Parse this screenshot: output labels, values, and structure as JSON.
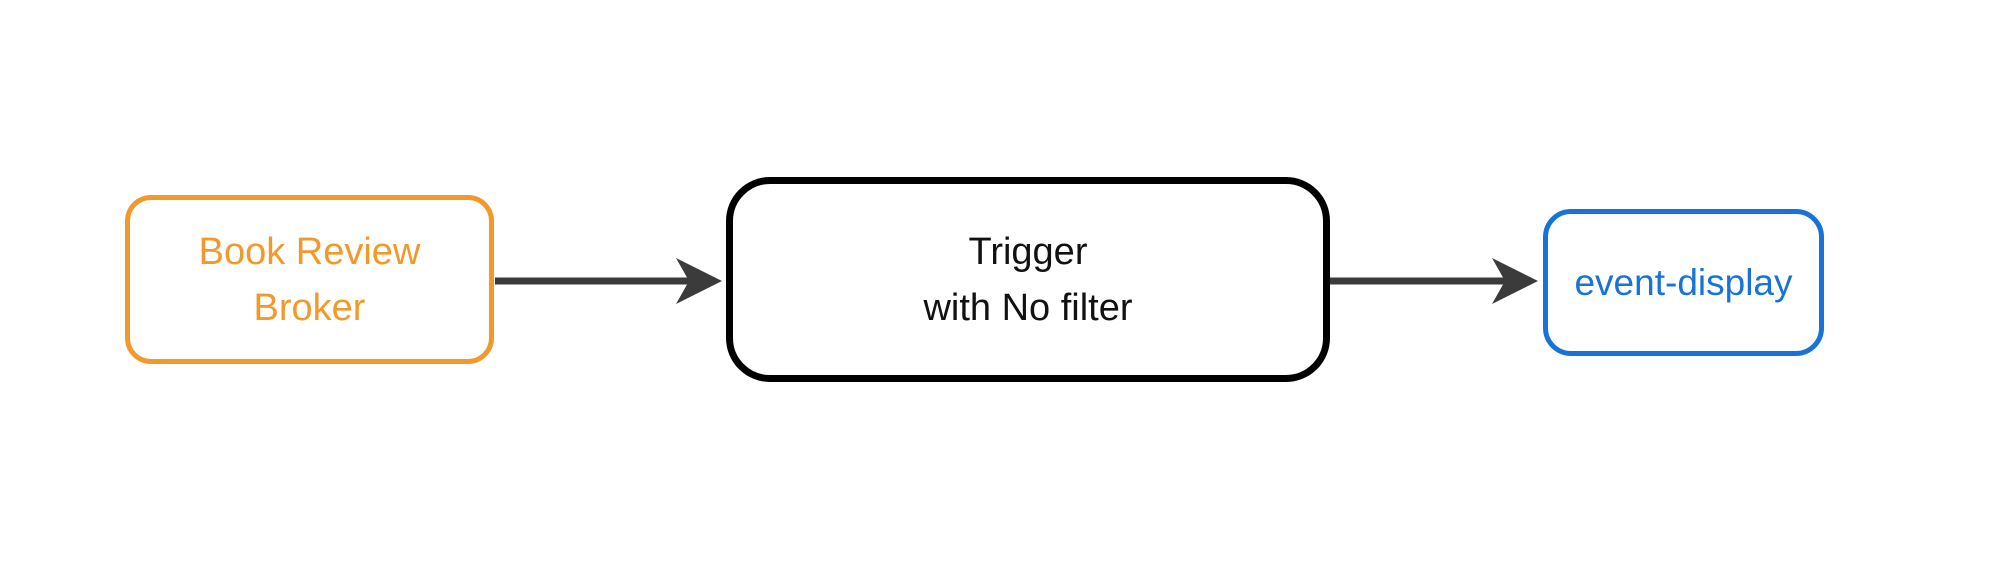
{
  "diagram": {
    "background_color": "#ffffff",
    "edge_color": "#3B3B3B",
    "nodes": [
      {
        "id": "book-review-broker",
        "label": "Book Review Broker",
        "label_lines": [
          "Book Review",
          "Broker"
        ],
        "border_color": "#F2992B",
        "text_color": "#F2992B",
        "shape": "rounded-rectangle"
      },
      {
        "id": "trigger-with-no-filter",
        "label": "Trigger with No filter",
        "label_lines": [
          "Trigger",
          "with No filter"
        ],
        "border_color": "#000000",
        "text_color": "#111111",
        "shape": "rounded-rectangle"
      },
      {
        "id": "event-display",
        "label": "event-display",
        "label_lines": [
          "event-display"
        ],
        "border_color": "#1773D8",
        "text_color": "#1773D8",
        "shape": "rounded-rectangle"
      }
    ],
    "edges": [
      {
        "from": "book-review-broker",
        "to": "trigger-with-no-filter",
        "style": "solid-arrow"
      },
      {
        "from": "trigger-with-no-filter",
        "to": "event-display",
        "style": "solid-arrow"
      }
    ]
  }
}
